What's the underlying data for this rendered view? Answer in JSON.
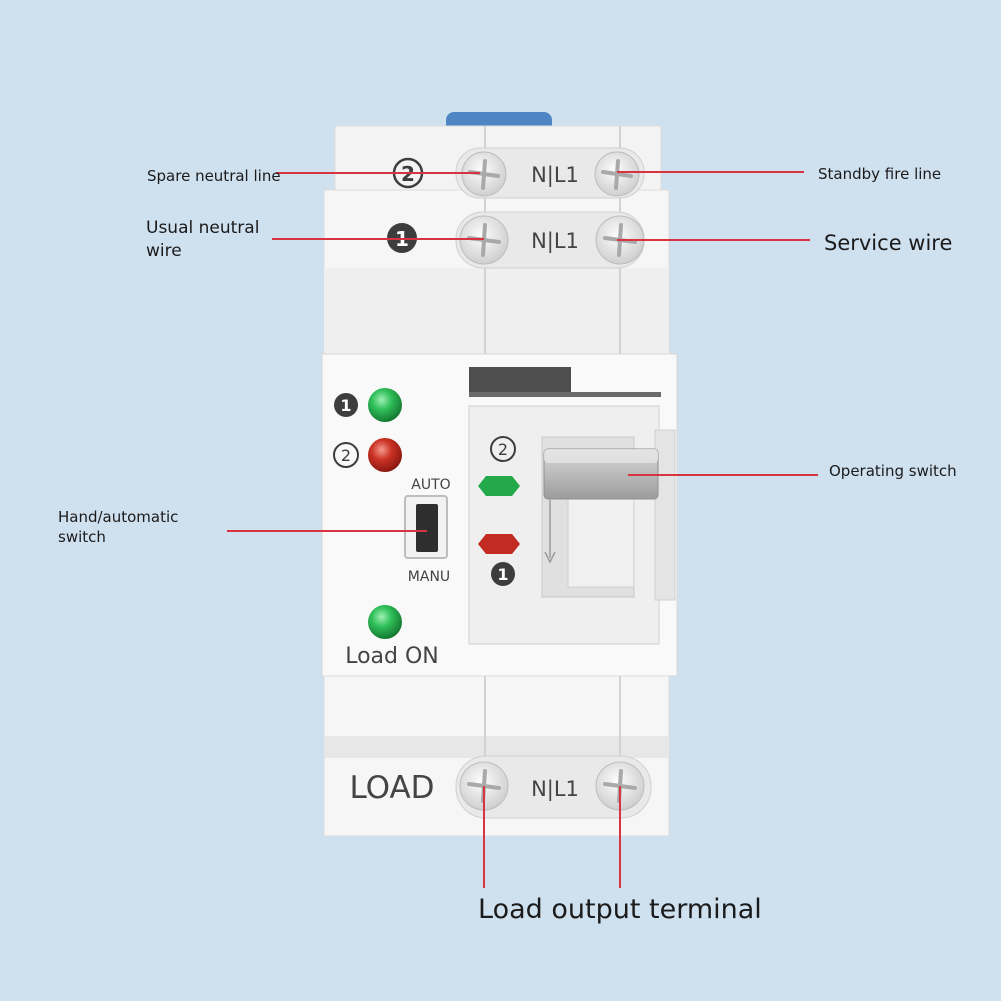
{
  "device": {
    "terminal_text": "N|L1",
    "source_1": "1",
    "source_2": "2",
    "mode_auto": "AUTO",
    "mode_manual": "MANU",
    "load_on": "Load ON",
    "load_text": "LOAD"
  },
  "callouts": {
    "spare_neutral": "Spare neutral line",
    "standby_fire": "Standby fire line",
    "usual_neutral": "Usual neutral wire",
    "service_wire": "Service wire",
    "operating_switch": "Operating switch",
    "hand_auto_switch": "Hand/automatic switch",
    "load_output": "Load output terminal"
  },
  "colors": {
    "background": "#cfe0ef",
    "leader_line": "#d8343f",
    "led_green": "#23a84a",
    "led_red": "#c22a22",
    "din_clip": "#4d86c3"
  }
}
